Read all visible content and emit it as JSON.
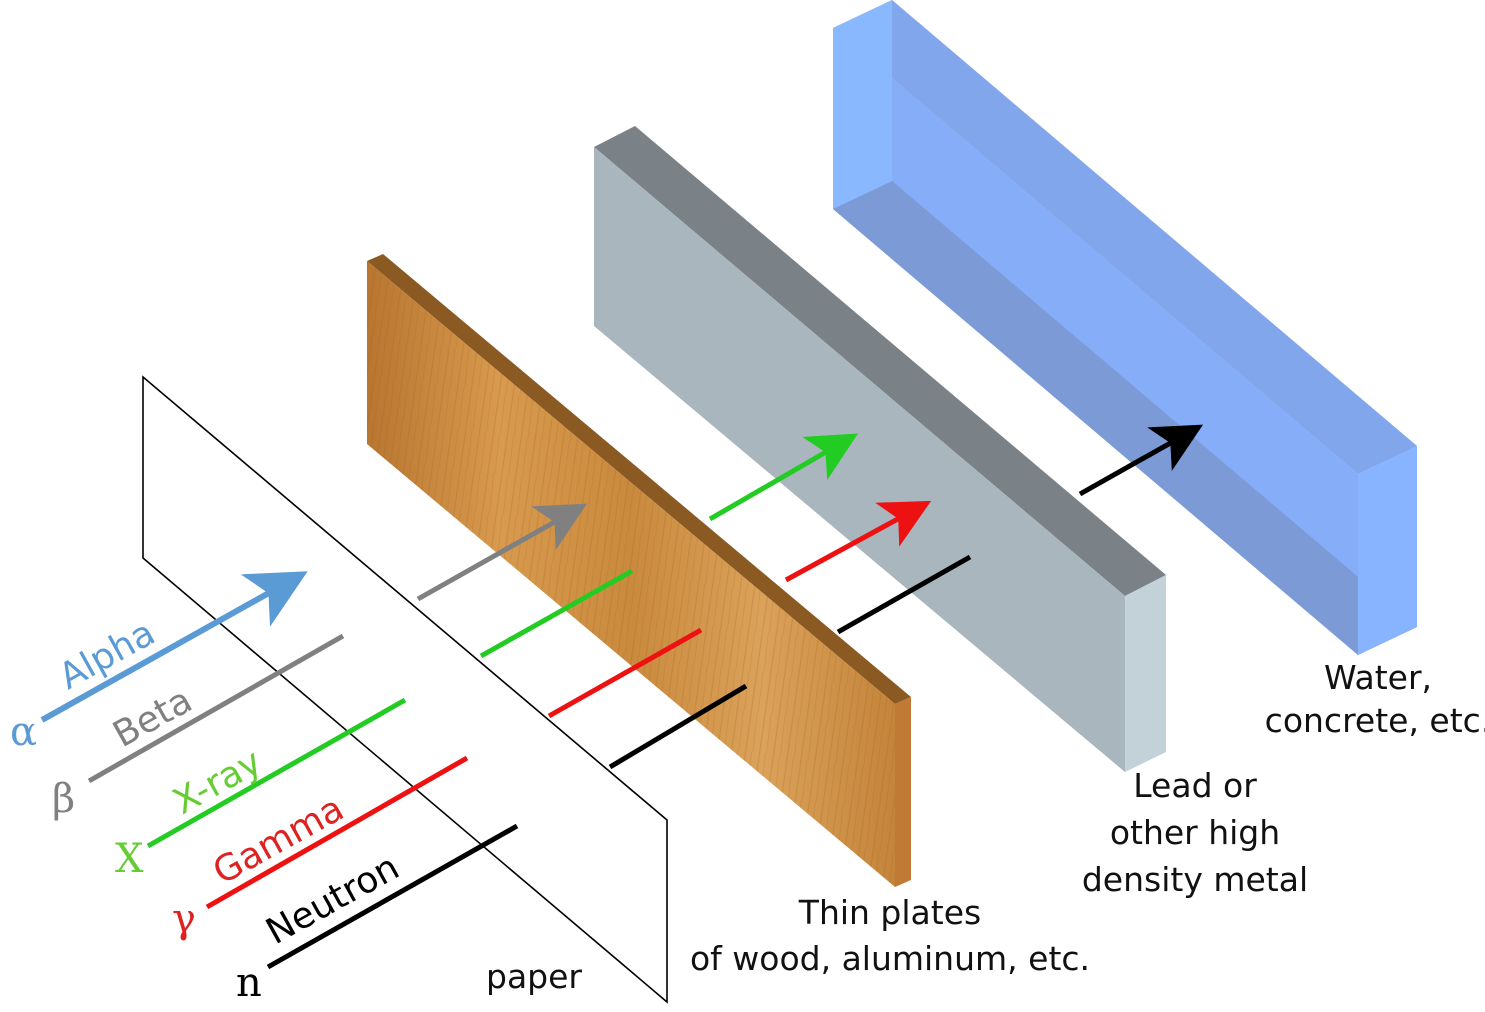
{
  "colors": {
    "alpha": "#5b9bd5",
    "beta": "#808080",
    "xray": "#22cc22",
    "gamma": "#ee1111",
    "neutron": "#000000",
    "paper_edge": "#000000",
    "wood": "#c8863a",
    "metal": "#a9b6bd",
    "water": "#7fa8f5"
  },
  "rays": [
    {
      "key": "alpha",
      "symbol": "α",
      "name": "Alpha"
    },
    {
      "key": "beta",
      "symbol": "β",
      "name": "Beta"
    },
    {
      "key": "xray",
      "symbol": "X",
      "name": "X-ray"
    },
    {
      "key": "gamma",
      "symbol": "γ",
      "name": "Gamma"
    },
    {
      "key": "neutron",
      "symbol": "n",
      "name": "Neutron"
    }
  ],
  "barriers": {
    "paper": {
      "label": "paper"
    },
    "wood": {
      "label_line1": "Thin plates",
      "label_line2": "of wood, aluminum, etc."
    },
    "metal": {
      "label_line1": "Lead or",
      "label_line2": "other high",
      "label_line3": "density metal"
    },
    "water": {
      "label_line1": "Water,",
      "label_line2": "concrete, etc."
    }
  }
}
